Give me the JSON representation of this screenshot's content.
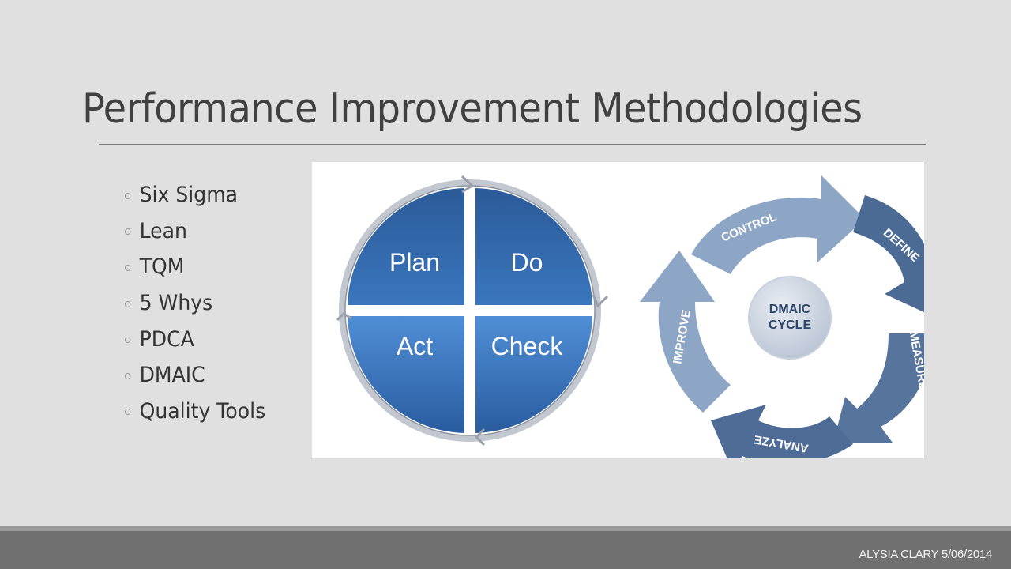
{
  "slide": {
    "title": "Performance Improvement Methodologies",
    "bullets": [
      "Six Sigma",
      "Lean",
      "TQM",
      "5 Whys",
      "PDCA",
      "DMAIC",
      "Quality Tools"
    ],
    "footer": "ALYSIA CLARY 5/06/2014"
  },
  "pdca_diagram": {
    "quadrants": {
      "top_left": "Plan",
      "top_right": "Do",
      "bottom_left": "Act",
      "bottom_right": "Check"
    },
    "colors": {
      "quadrant": "#2f64a8",
      "quadrant_light": "#4a86cc",
      "ring": "#b8bec8"
    }
  },
  "dmaic_diagram": {
    "center_line1": "DMAIC",
    "center_line2": "CYCLE",
    "stages": {
      "define": "DEFINE",
      "measure": "MEASURE",
      "analyze": "ANALYZE",
      "improve": "IMPROVE",
      "control": "CONTROL"
    },
    "colors": {
      "dark": "#4a6a93",
      "mid": "#56749c",
      "light": "#8fa7c6",
      "center": "#d7dde7",
      "center_text": "#2c4468"
    }
  },
  "colors": {
    "background": "#e0e0e0",
    "title": "#404040",
    "footer_bar": "#707070",
    "footer_stripe": "#989898"
  }
}
